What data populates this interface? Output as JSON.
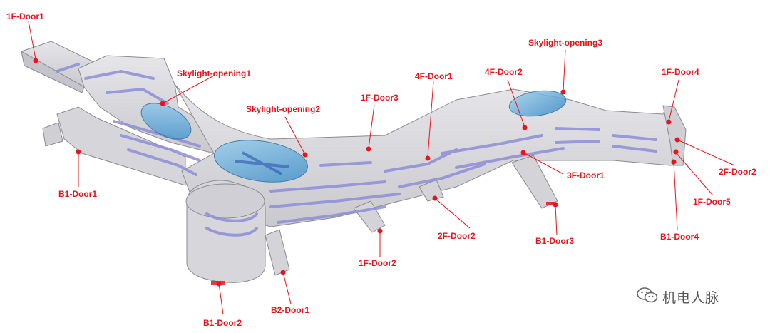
{
  "colors": {
    "label": "#e8141b",
    "marker": "#e8141b",
    "shell_fill": "#d9d9dc",
    "shell_stroke": "#8a8a92",
    "floor": "#8e8ed8",
    "skylight": "#5fa7d6"
  },
  "labels": [
    {
      "id": "1F-Door1",
      "text": "1F-Door1"
    },
    {
      "id": "Skylight-opening1",
      "text": "Skylight-opening1"
    },
    {
      "id": "Skylight-opening2",
      "text": "Skylight-opening2"
    },
    {
      "id": "1F-Door3",
      "text": "1F-Door3"
    },
    {
      "id": "4F-Door1",
      "text": "4F-Door1"
    },
    {
      "id": "4F-Door2",
      "text": "4F-Door2"
    },
    {
      "id": "Skylight-opening3",
      "text": "Skylight-opening3"
    },
    {
      "id": "1F-Door4",
      "text": "1F-Door4"
    },
    {
      "id": "B1-Door1",
      "text": "B1-Door1"
    },
    {
      "id": "3F-Door1",
      "text": "3F-Door1"
    },
    {
      "id": "2F-Door2a",
      "text": "2F-Door2"
    },
    {
      "id": "1F-Door5",
      "text": "1F-Door5"
    },
    {
      "id": "2F-Door2b",
      "text": "2F-Door2"
    },
    {
      "id": "B1-Door3",
      "text": "B1-Door3"
    },
    {
      "id": "B1-Door4",
      "text": "B1-Door4"
    },
    {
      "id": "1F-Door2",
      "text": "1F-Door2"
    },
    {
      "id": "B2-Door1",
      "text": "B2-Door1"
    },
    {
      "id": "B1-Door2",
      "text": "B1-Door2"
    }
  ],
  "watermark": {
    "text": "机电人脉",
    "icon": "wechat-icon"
  }
}
